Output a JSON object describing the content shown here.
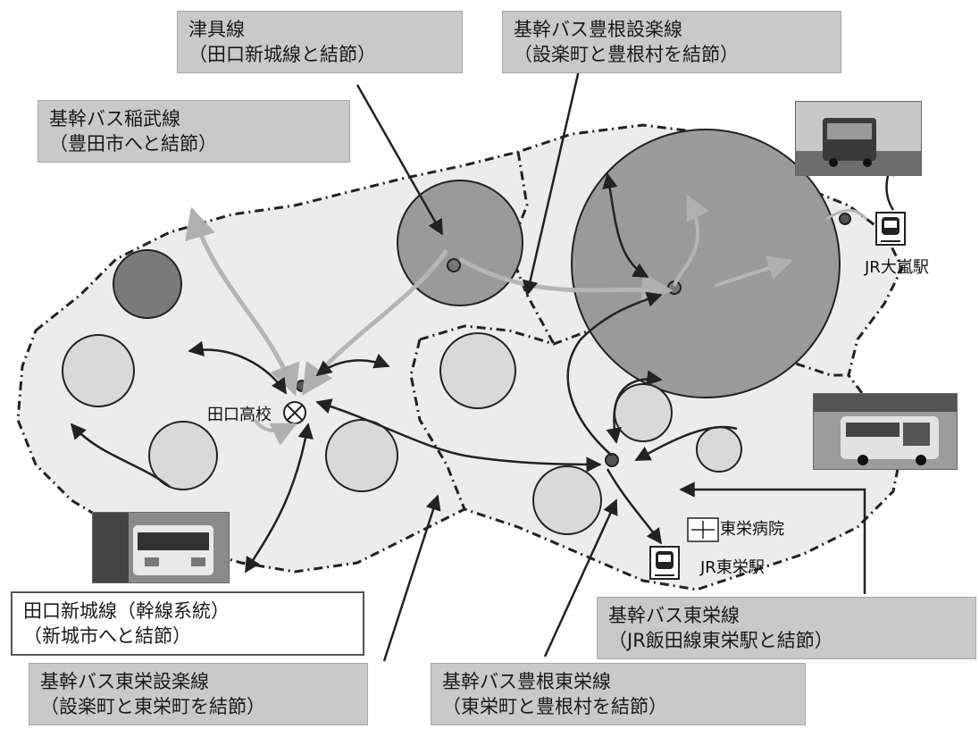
{
  "map": {
    "school": {
      "name": "田口高校"
    },
    "stations": [
      {
        "id": "oarashi",
        "name": "JR大嵐駅"
      },
      {
        "id": "touei",
        "name": "JR東栄駅"
      }
    ],
    "hospital": {
      "name": "東栄病院"
    },
    "routes": [
      {
        "id": "tsugu",
        "line1": "津具線",
        "line2": "（田口新城線と結節）"
      },
      {
        "id": "toyone-shitara",
        "line1": "基幹バス豊根設楽線",
        "line2": "（設楽町と豊根村を結節）"
      },
      {
        "id": "inabu",
        "line1": "基幹バス稲武線",
        "line2": "（豊田市へと結節）"
      },
      {
        "id": "taguchi-shinshiro",
        "line1": "田口新城線（幹線系統）",
        "line2": "（新城市へと結節）"
      },
      {
        "id": "touei-shitara",
        "line1": "基幹バス東栄設楽線",
        "line2": "（設楽町と東栄町を結節）"
      },
      {
        "id": "toyone-touei",
        "line1": "基幹バス豊根東栄線",
        "line2": "（東栄町と豊根村を結節）"
      },
      {
        "id": "touei",
        "line1": "基幹バス東栄線",
        "line2": "（JR飯田線東栄駅と結節）"
      }
    ],
    "colors": {
      "region_fill": "#ececec",
      "circle_light": "#d9d9d9",
      "circle_dark": "#7a7a7a",
      "circle_mid": "#9a9a9a",
      "arrow_dark": "#222222",
      "arrow_light": "#b5b5b5",
      "label_grey": "#c9c9c9"
    },
    "photos": [
      {
        "id": "bus-top-right",
        "subject": "bus"
      },
      {
        "id": "bus-right",
        "subject": "bus"
      },
      {
        "id": "bus-left",
        "subject": "bus"
      }
    ]
  }
}
